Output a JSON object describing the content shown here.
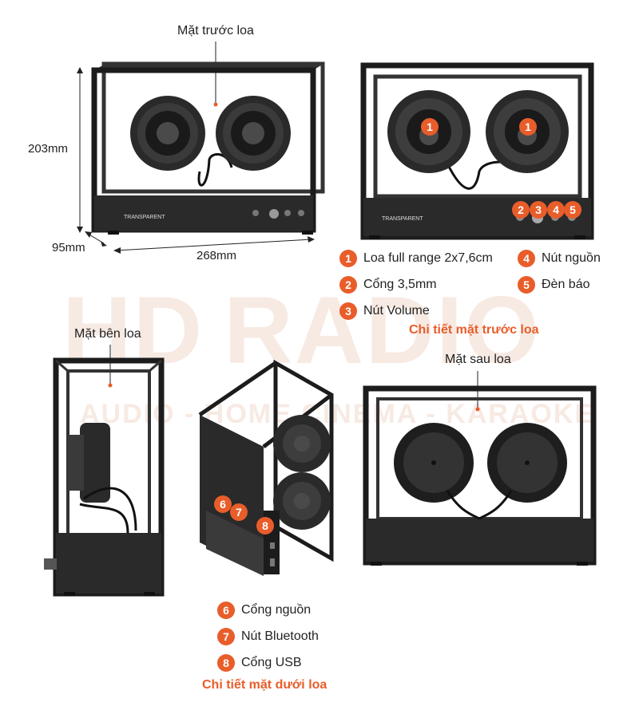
{
  "watermark": {
    "brand_hd": "HD",
    "brand_radio": "RADIO",
    "tagline": "AUDIO - HOME CINEMA - KARAOKE"
  },
  "front_view": {
    "caption": "Mặt trước loa",
    "height_dim": "203mm",
    "depth_dim": "95mm",
    "width_dim": "268mm",
    "brand_print": "TRANSPARENT"
  },
  "front_detail": {
    "brand_print": "TRANSPARENT",
    "title": "Chi tiết mặt trước loa",
    "legend": [
      {
        "num": "1",
        "text": "Loa full range 2x7,6cm"
      },
      {
        "num": "2",
        "text": "Cổng 3,5mm"
      },
      {
        "num": "3",
        "text": "Nút Volume"
      },
      {
        "num": "4",
        "text": "Nút nguồn"
      },
      {
        "num": "5",
        "text": "Đèn báo"
      }
    ]
  },
  "side_view": {
    "caption": "Mặt bên loa"
  },
  "back_view": {
    "caption": "Mặt sau loa"
  },
  "bottom_detail": {
    "title": "Chi tiết mặt dưới loa",
    "legend": [
      {
        "num": "6",
        "text": "Cổng nguồn"
      },
      {
        "num": "7",
        "text": "Nút Bluetooth"
      },
      {
        "num": "8",
        "text": "Cổng USB"
      }
    ]
  },
  "colors": {
    "accent": "#e85d2a",
    "frame": "#1c1c1c",
    "panel": "#2a2a2a"
  }
}
